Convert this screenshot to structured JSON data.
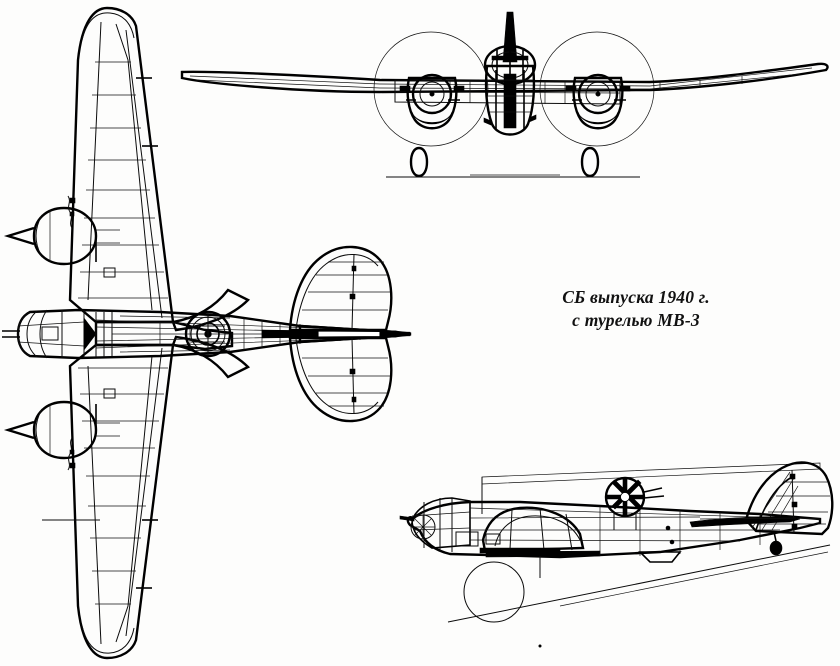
{
  "figure": {
    "kind": "aircraft-three-view-line-drawing",
    "subject": "SB bomber",
    "background_color": "#fdfdfc",
    "line_color": "#0b0b0b",
    "caption": {
      "line1": "СБ выпуска 1940 г.",
      "line2": "с турелью МВ-3"
    },
    "views": [
      {
        "name": "plan-view",
        "label": "plan-view",
        "position": "left",
        "features": [
          "glazed-nose",
          "port-engine-nacelle",
          "starboard-engine-nacelle",
          "mv-3-turret-ring",
          "upper-wing",
          "lower-wing",
          "horizontal-stabilizer",
          "wing-panel-lines",
          "aileron",
          "flap"
        ]
      },
      {
        "name": "front-view",
        "label": "front-view",
        "position": "top-right",
        "features": [
          "propeller-disc-left",
          "propeller-disc-right",
          "engine-nacelle-left",
          "engine-nacelle-right",
          "main-landing-gear-left",
          "main-landing-gear-right",
          "fuselage-turret",
          "vertical-fin",
          "wing-span",
          "ground-line"
        ]
      },
      {
        "name": "side-view",
        "label": "side-view",
        "position": "bottom-right",
        "features": [
          "nose-glazing",
          "cockpit-canopy",
          "mv-3-turret",
          "vertical-fin",
          "rudder",
          "horizontal-stabilizer",
          "tail-wheel",
          "wing-root",
          "ventral-hatch",
          "propeller-circle",
          "ground-line-sloped"
        ]
      }
    ]
  }
}
